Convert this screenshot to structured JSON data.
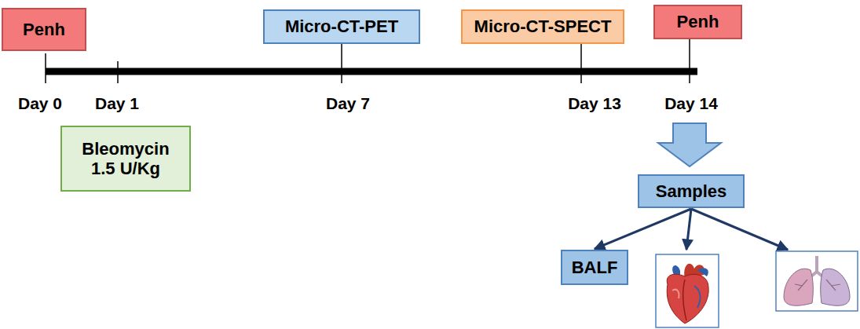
{
  "diagram": {
    "nodes": [
      {
        "text": [
          "Penh"
        ]
      },
      {
        "text": [
          "Micro-CT-PET"
        ]
      },
      {
        "text": [
          "Micro-CT-SPECT"
        ]
      },
      {
        "text": [
          "Penh"
        ]
      },
      {
        "text": [
          "Bleomycin",
          "1.5 U/Kg"
        ]
      },
      {
        "text": [
          "Samples"
        ]
      },
      {
        "text": [
          "BALF"
        ]
      }
    ],
    "edges": [
      {
        "from": 5,
        "to": 6,
        "arrow": "to"
      }
    ],
    "labels": [
      "Day 0",
      "Day 1",
      "Day 7",
      "Day 13",
      "Day 14"
    ]
  }
}
